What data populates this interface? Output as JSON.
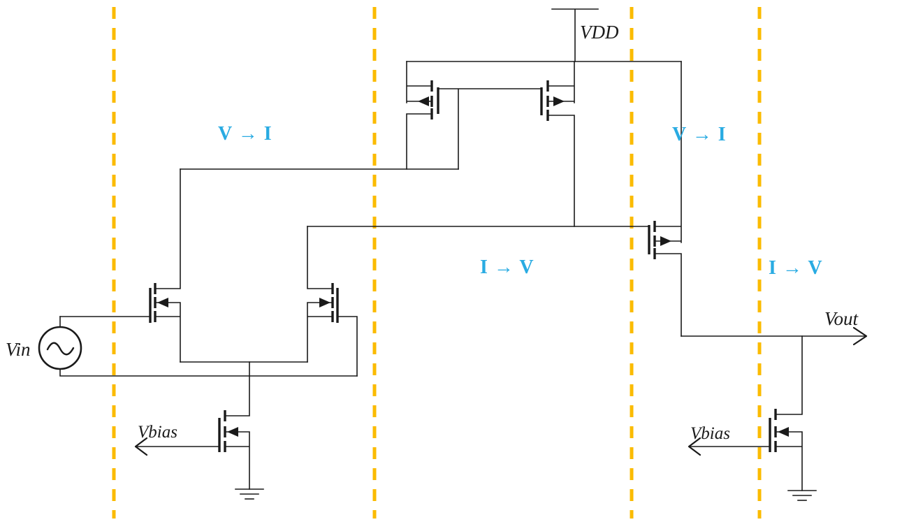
{
  "diagram": {
    "type": "circuit-schematic",
    "labels": {
      "vdd": "VDD",
      "vin": "Vin",
      "vout": "Vout",
      "vbias_left": "Vbias",
      "vbias_right": "Vbias"
    },
    "annotations": [
      {
        "id": "stage1-v-to-i",
        "text": "V → I"
      },
      {
        "id": "stage2-v-to-i",
        "text": "V → I"
      },
      {
        "id": "stage1-i-to-v",
        "text": "I → V"
      },
      {
        "id": "stage2-i-to-v",
        "text": "I → V"
      }
    ],
    "components": {
      "transistors": [
        {
          "id": "M1",
          "type": "nmos",
          "role": "diff-pair-left"
        },
        {
          "id": "M2",
          "type": "nmos",
          "role": "diff-pair-right"
        },
        {
          "id": "M3",
          "type": "pmos",
          "role": "mirror-left-diode"
        },
        {
          "id": "M4",
          "type": "pmos",
          "role": "mirror-right"
        },
        {
          "id": "M5",
          "type": "nmos",
          "role": "tail-current-sink"
        },
        {
          "id": "M6",
          "type": "pmos",
          "role": "second-stage"
        },
        {
          "id": "M7",
          "type": "nmos",
          "role": "output-current-sink"
        }
      ],
      "sources": [
        {
          "id": "Vin",
          "type": "ac-voltage-source"
        }
      ],
      "grounds": 2,
      "stage_dividers": 4
    },
    "colors": {
      "wire": "#1a1a1a",
      "divider": "#FBBB00",
      "annotation": "#29ABE2",
      "background": "#ffffff"
    }
  }
}
